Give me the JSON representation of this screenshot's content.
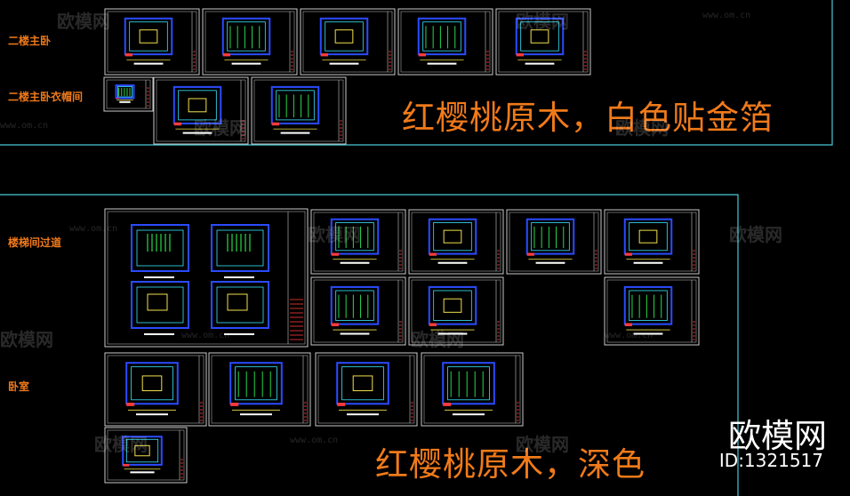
{
  "section_labels": {
    "master_bedroom": "二楼主卧",
    "master_closet": "二楼主卧衣帽间",
    "stair_corridor": "楼梯间过道",
    "bedroom": "卧室"
  },
  "captions": {
    "top": "红樱桃原木，白色贴金箔",
    "bottom": "红樱桃原木，深色"
  },
  "watermark": {
    "brand": "欧模网",
    "url": "www.om.cn"
  },
  "logo": {
    "brand": "欧模网",
    "id": "ID:1321517"
  },
  "colors": {
    "background": "#000000",
    "label": "#f07a1a",
    "border": "#48c8d8",
    "sheet_frame": "#c8c8c8",
    "drawing_blue": "#2a4bff",
    "drawing_cyan": "#39e6ff",
    "drawing_green": "#29d84a",
    "drawing_yellow": "#f2e14b",
    "drawing_red": "#ff3b3b"
  }
}
